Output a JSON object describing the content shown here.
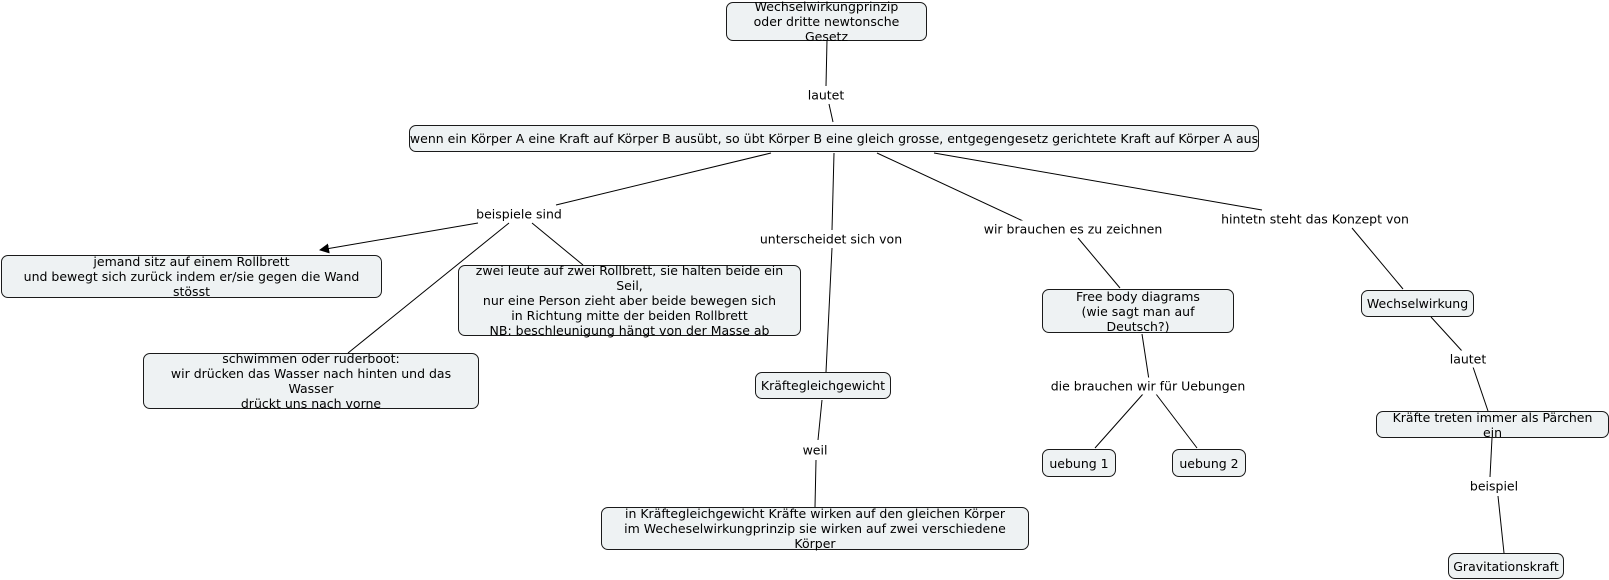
{
  "nodes": {
    "root": "Wechselwirkungprinzip\noder dritte newtonsche Gesetz",
    "law": "wenn ein Körper A eine Kraft auf  Körper B ausübt, so übt Körper B eine gleich grosse, entgegengesetz gerichtete Kraft auf  Körper A aus",
    "rollbrett": "jemand sitz auf einem Rollbrett\nund bewegt sich zurück indem er/sie gegen die Wand stösst",
    "zwei_leute": "zwei leute auf zwei Rollbrett, sie halten beide ein Seil,\nnur eine Person zieht aber beide bewegen sich\nin Richtung mitte der beiden Rollbrett\nNB: beschleunigung hängt von der Masse ab",
    "schwimmen": "schwimmen oder ruderboot:\nwir drücken das Wasser nach hinten und das Wasser\ndrückt uns nach vorne",
    "kraeftegleichgewicht": "Kräftegleichgewicht",
    "unterschied": "in Kräftegleichgewicht Kräfte wirken auf den gleichen Körper\nim Wecheselwirkungprinzip sie wirken auf zwei verschiedene Körper",
    "free_body": "Free body diagrams\n(wie sagt man auf Deutsch?)",
    "uebung1": "uebung 1",
    "uebung2": "uebung 2",
    "wechselwirkung": "Wechselwirkung",
    "paerchen": "Kräfte treten immer als Pärchen ein",
    "gravitation": "Gravitationskraft"
  },
  "links": {
    "lautet1": "lautet",
    "beispiele": "beispiele sind",
    "unterscheidet": "unterscheidet sich von",
    "zeichnen": "wir brauchen es zu zeichnen",
    "konzept": "hintetn steht das  Konzept von",
    "weil": "weil",
    "uebungen": "die brauchen wir für Uebungen",
    "lautet2": "lautet",
    "beispiel": "beispiel"
  }
}
